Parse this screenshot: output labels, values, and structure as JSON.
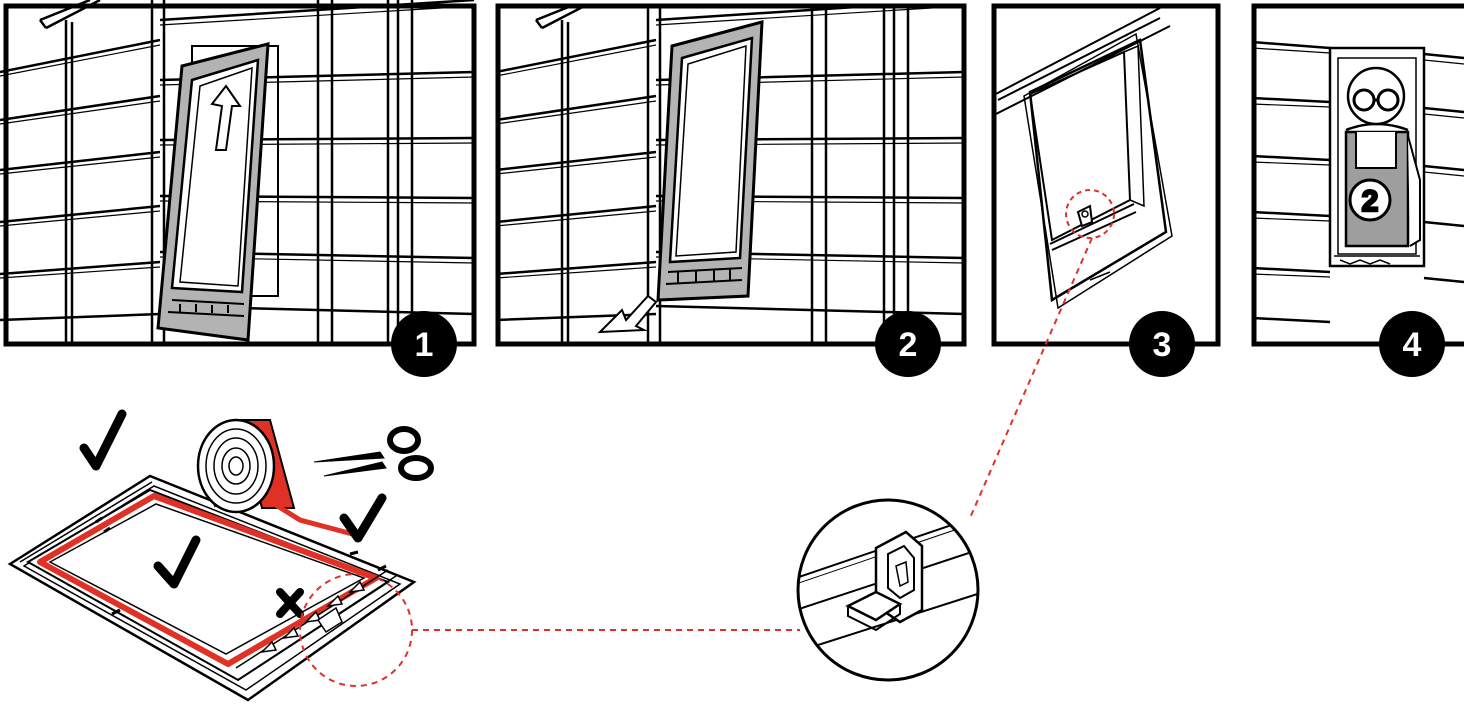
{
  "steps": [
    {
      "number": "1"
    },
    {
      "number": "2"
    },
    {
      "number": "3"
    },
    {
      "number": "4"
    }
  ],
  "worker_badge": "2",
  "icons": {
    "check": "check-mark-icon",
    "cross": "cross-mark-icon",
    "scissors": "scissors-icon",
    "tape": "seal-tape-roll-icon",
    "arrow": "arrow-icon"
  },
  "colors": {
    "line": "#000000",
    "frame_grey": "#b3b3b3",
    "worker_grey": "#9e9e9e",
    "seal_red": "#e03127",
    "callout_red": "#e03127",
    "background": "#ffffff"
  }
}
